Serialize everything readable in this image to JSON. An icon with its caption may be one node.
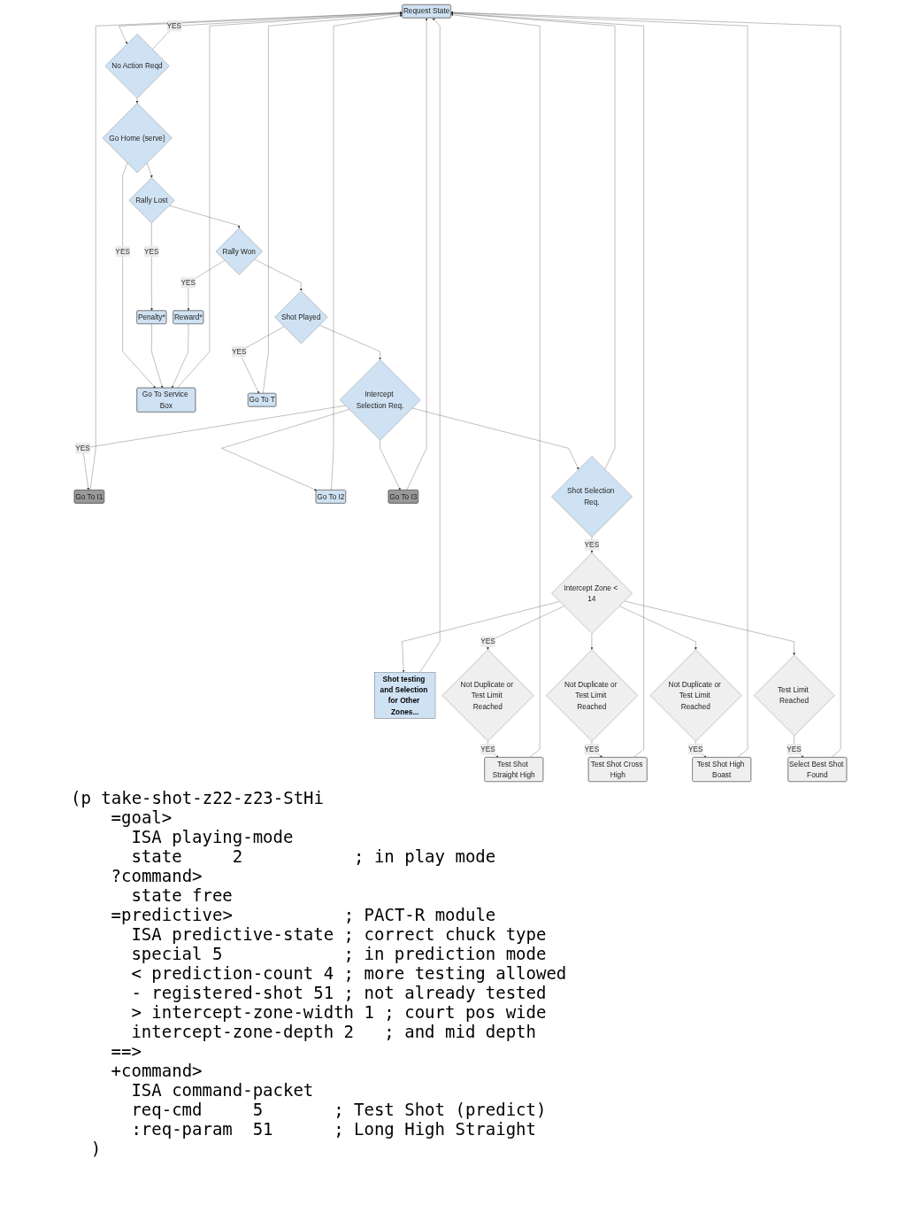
{
  "diagram": {
    "nodes": [
      {
        "text": [
          "Request State"
        ]
      },
      {
        "text": [
          "No Action Reqd"
        ]
      },
      {
        "text": [
          "Go Home (serve)"
        ]
      },
      {
        "text": [
          "Rally Lost"
        ]
      },
      {
        "text": [
          "Rally Won"
        ]
      },
      {
        "text": [
          "Shot Played"
        ]
      },
      {
        "text": [
          "Intercept Selection Req."
        ]
      },
      {
        "text": [
          "Go To Service Box"
        ]
      },
      {
        "text": [
          "Penalty*"
        ]
      },
      {
        "text": [
          "Reward*"
        ]
      },
      {
        "text": [
          "Go To T"
        ]
      },
      {
        "text": [
          "Go To I1"
        ]
      },
      {
        "text": [
          "Go To I2"
        ]
      },
      {
        "text": [
          "Go To I3"
        ]
      },
      {
        "text": [
          "Shot Selection Req."
        ]
      },
      {
        "text": [
          "Intercept Zone < 14"
        ]
      },
      {
        "text": [
          "Shot testing and Selection for Other Zones..."
        ]
      },
      {
        "text": [
          "Not Duplicate or Test Limit Reached"
        ]
      },
      {
        "text": [
          "Test Shot Straight High"
        ]
      },
      {
        "text": [
          "Not Duplicate or Test Limit Reached"
        ]
      },
      {
        "text": [
          "Test Shot Cross High"
        ]
      },
      {
        "text": [
          "Not Duplicate or Test Limit Reached"
        ]
      },
      {
        "text": [
          "Test Shot High Boast"
        ]
      },
      {
        "text": [
          "Test Limit Reached"
        ]
      },
      {
        "text": [
          "Select Best Shot Found"
        ]
      }
    ],
    "edges": [
      {
        "from": 0,
        "to": 1,
        "arrow": "to"
      },
      {
        "from": 1,
        "to": 0,
        "arrow": "to",
        "label": "YES"
      },
      {
        "from": 1,
        "to": 2,
        "arrow": "to"
      },
      {
        "from": 2,
        "to": 7,
        "arrow": "to",
        "label": "YES"
      },
      {
        "from": 2,
        "to": 3,
        "arrow": "to"
      },
      {
        "from": 3,
        "to": 8,
        "arrow": "to",
        "label": "YES"
      },
      {
        "from": 8,
        "to": 7,
        "arrow": "to"
      },
      {
        "from": 3,
        "to": 4,
        "arrow": "to"
      },
      {
        "from": 4,
        "to": 9,
        "arrow": "to",
        "label": "YES"
      },
      {
        "from": 9,
        "to": 7,
        "arrow": "to"
      },
      {
        "from": 4,
        "to": 5,
        "arrow": "to"
      },
      {
        "from": 5,
        "to": 10,
        "arrow": "to",
        "label": "YES"
      },
      {
        "from": 5,
        "to": 6,
        "arrow": "to"
      },
      {
        "from": 6,
        "to": 11,
        "arrow": "to",
        "label": "YES"
      },
      {
        "from": 6,
        "to": 12,
        "arrow": "to"
      },
      {
        "from": 6,
        "to": 13,
        "arrow": "to"
      },
      {
        "from": 7,
        "to": 0,
        "arrow": "to"
      },
      {
        "from": 10,
        "to": 0,
        "arrow": "to"
      },
      {
        "from": 11,
        "to": 0,
        "arrow": "to"
      },
      {
        "from": 12,
        "to": 0,
        "arrow": "to"
      },
      {
        "from": 13,
        "to": 0,
        "arrow": "to"
      },
      {
        "from": 6,
        "to": 14,
        "arrow": "to"
      },
      {
        "from": 14,
        "to": 0,
        "arrow": "to"
      },
      {
        "from": 14,
        "to": 15,
        "arrow": "to",
        "label": "YES"
      },
      {
        "from": 15,
        "to": 16,
        "arrow": "to"
      },
      {
        "from": 15,
        "to": 17,
        "arrow": "to",
        "label": "YES"
      },
      {
        "from": 15,
        "to": 19,
        "arrow": "to"
      },
      {
        "from": 15,
        "to": 21,
        "arrow": "to"
      },
      {
        "from": 15,
        "to": 23,
        "arrow": "to"
      },
      {
        "from": 17,
        "to": 18,
        "arrow": "to",
        "label": "YES"
      },
      {
        "from": 19,
        "to": 20,
        "arrow": "to",
        "label": "YES"
      },
      {
        "from": 21,
        "to": 22,
        "arrow": "to",
        "label": "YES"
      },
      {
        "from": 23,
        "to": 24,
        "arrow": "to",
        "label": "YES"
      },
      {
        "from": 16,
        "to": 0,
        "arrow": "to"
      },
      {
        "from": 18,
        "to": 0,
        "arrow": "to"
      },
      {
        "from": 20,
        "to": 0,
        "arrow": "to"
      },
      {
        "from": 22,
        "to": 0,
        "arrow": "to"
      },
      {
        "from": 24,
        "to": 0,
        "arrow": "to"
      }
    ],
    "labels": [
      "(p take-shot-z22-z23-StHi",
      "=goal>",
      "ISA playing-mode",
      "state     2           ; in play mode",
      "?command>",
      "state free",
      "=predictive>           ; PACT-R module",
      "ISA predictive-state ; correct chuck type",
      "special 5            ; in prediction mode",
      "< prediction-count 4 ; more testing allowed",
      "- registered-shot 51 ; not already tested",
      "> intercept-zone-width 1 ; court pos wide",
      "intercept-zone-depth 2   ; and mid depth",
      "==>",
      "+command>",
      "ISA command-packet",
      "req-cmd     5       ; Test Shot (predict)",
      ":req-param  51      ; Long High Straight",
      ")"
    ]
  }
}
